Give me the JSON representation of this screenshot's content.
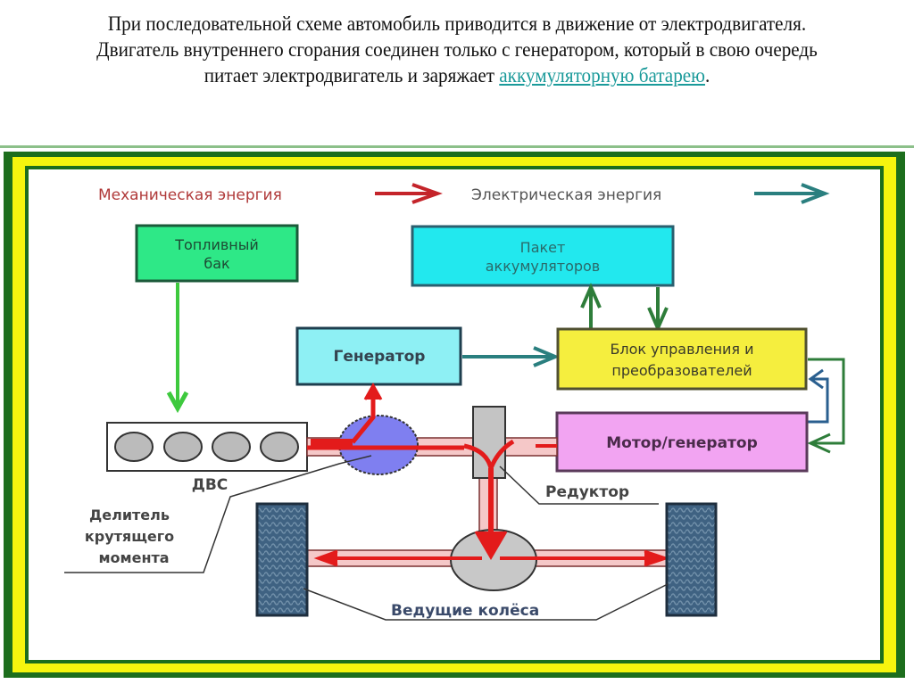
{
  "caption": {
    "text_before": "При последовательной схеме автомобиль приводится в движение от электродвигателя. Двигатель внутреннего сгорания соединен только с генератором, который в свою очередь питает электродвигатель и заряжает ",
    "link_text": "аккумуляторную батарею",
    "text_after": "."
  },
  "legend": {
    "mechanical": "Механическая энергия",
    "electrical": "Электрическая энергия"
  },
  "blocks": {
    "fuel_tank_line1": "Топливный",
    "fuel_tank_line2": "бак",
    "battery_line1": "Пакет",
    "battery_line2": "аккумуляторов",
    "generator": "Генератор",
    "control_line1": "Блок управления и",
    "control_line2": "преобразователей",
    "motor": "Мотор/генератор"
  },
  "labels": {
    "engine": "ДВС",
    "splitter_line1": "Делитель",
    "splitter_line2": "крутящего",
    "splitter_line3": "момента",
    "reducer": "Редуктор",
    "wheels": "Ведущие колёса"
  },
  "colors": {
    "mechanical": "#e31b1b",
    "electrical": "#2a7f7f",
    "fuel": "#3ec93e",
    "fuel_tank": "#2ee887",
    "battery": "#22e8ee",
    "generator": "#8ef0f4",
    "control": "#f5ee3e",
    "motor": "#f2a4f2",
    "splitter": "#7f7ff0",
    "frame_green": "#1d6e1d",
    "frame_yellow": "#f6f50e"
  }
}
